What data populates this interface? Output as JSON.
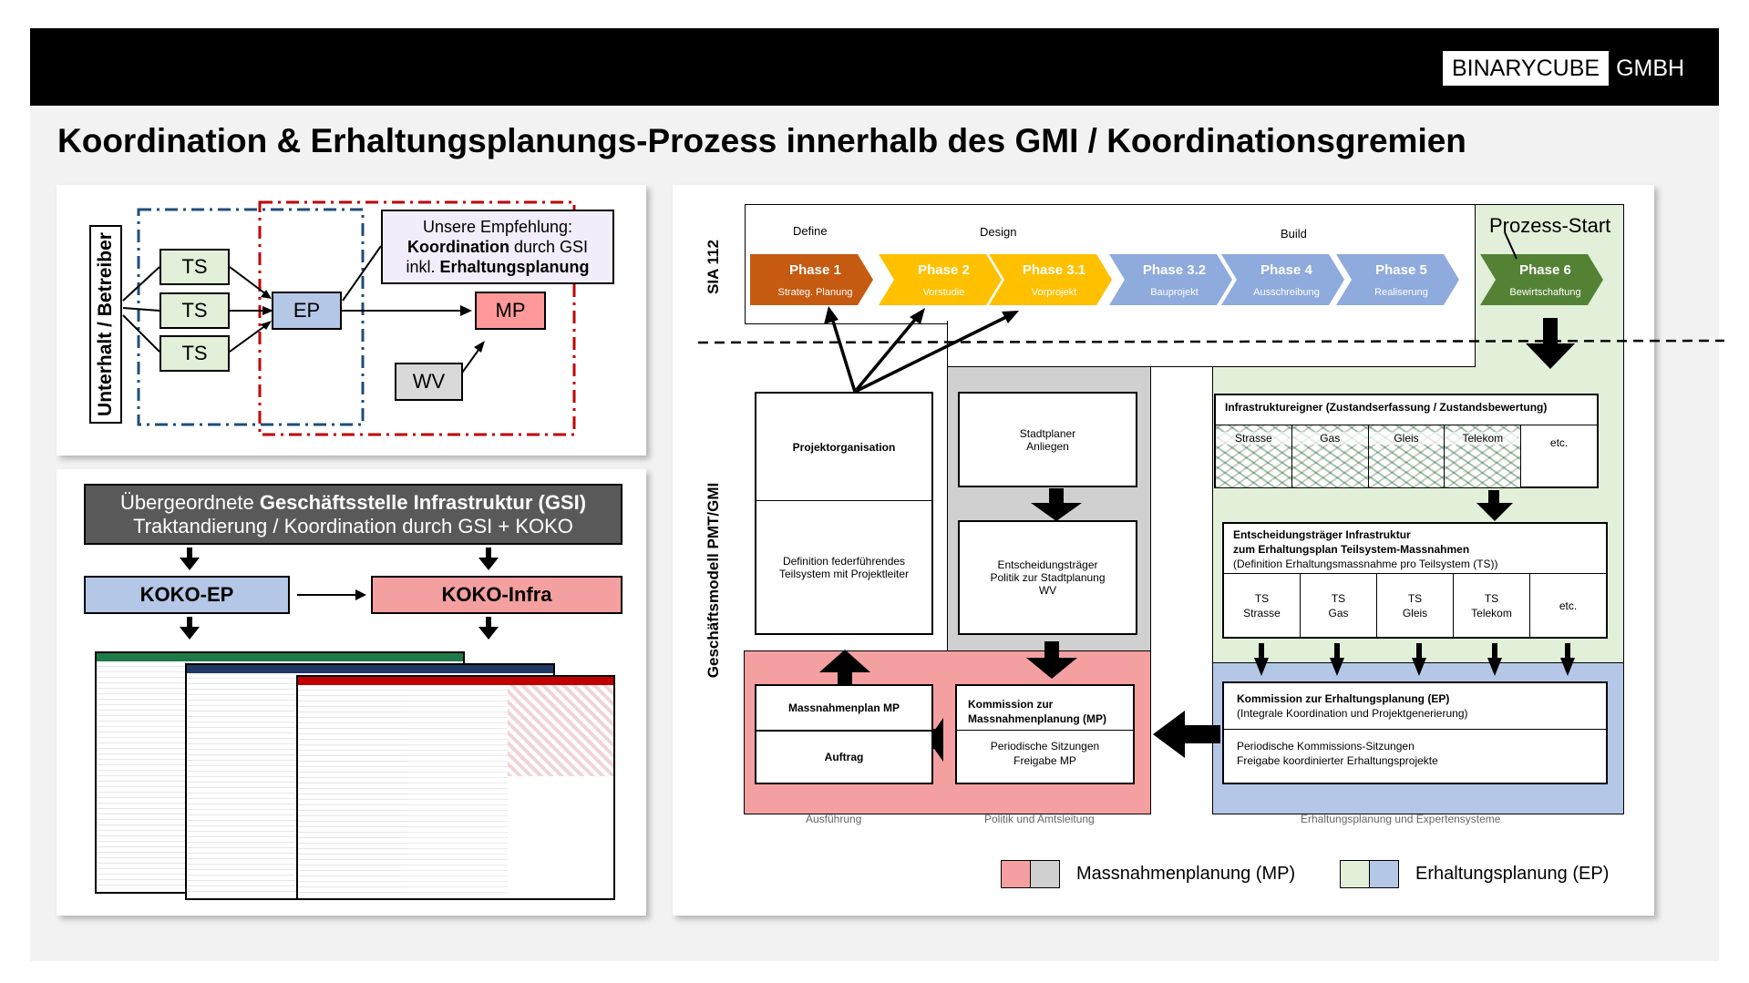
{
  "header": {
    "brand": "BINARYCUBE",
    "brand_suffix": "GMBH"
  },
  "title": "Koordination & Erhaltungsplanungs-Prozess innerhalb des GMI / Koordinationsgremien",
  "panel_top_left": {
    "side_label": "Unterhalt / Betreiber",
    "ts_labels": [
      "TS",
      "TS",
      "TS"
    ],
    "ep": "EP",
    "mp": "MP",
    "wv": "WV",
    "recommendation": {
      "line1": "Unsere Empfehlung:",
      "bold1": "Koordination",
      "mid": " durch GSI",
      "line3_pre": "inkl. ",
      "bold2": "Erhaltungsplanung"
    }
  },
  "panel_bottom_left": {
    "gsi_pre": "Übergeordnete ",
    "gsi_bold": "Geschäftsstelle Infrastruktur (GSI)",
    "gsi_line2": "Traktandierung / Koordination durch GSI + KOKO",
    "koko_ep": "KOKO-EP",
    "koko_infra": "KOKO-Infra"
  },
  "diagram": {
    "sia_label": "SIA 112",
    "gmi_label": "Geschäftsmodell PMT/GMI",
    "stages": {
      "define": "Define",
      "design": "Design",
      "build": "Build"
    },
    "prozess_start": "Prozess-Start",
    "phases": [
      {
        "name": "Phase 1",
        "sub": "Strateg. Planung",
        "color": "#c55a11"
      },
      {
        "name": "Phase 2",
        "sub": "Vorstudie",
        "color": "#ffc000"
      },
      {
        "name": "Phase 3.1",
        "sub": "Vorprojekt",
        "color": "#ffc000"
      },
      {
        "name": "Phase 3.2",
        "sub": "Bauprojekt",
        "color": "#8faadc"
      },
      {
        "name": "Phase 4",
        "sub": "Ausschreibung",
        "color": "#8faadc"
      },
      {
        "name": "Phase 5",
        "sub": "Realiserung",
        "color": "#8faadc"
      },
      {
        "name": "Phase 6",
        "sub": "Bewirtschaftung",
        "color": "#548235"
      }
    ],
    "projektorganisation": "Projektorganisation",
    "definition": "Definition federführendes Teilsystem mit Projektleiter",
    "stadtplaner": "Stadtplaner Anliegen",
    "entscheidungstraeger_politik": "Entscheidungsträger Politik zur Stadtplanung WV",
    "massnahmenplan": "Massnahmenplan MP",
    "auftrag": "Auftrag",
    "kommission_mp_title": "Kommission zur Massnahmenplanung (MP)",
    "kommission_mp_sub": "Periodische Sitzungen Freigabe MP",
    "infra_eigner": "Infrastruktureigner (Zustandserfassung / Zustandsbewertung)",
    "networks": [
      "Strasse",
      "Gas",
      "Gleis",
      "Telekom",
      "etc."
    ],
    "ent_infra_line1": "Entscheidungsträger Infrastruktur",
    "ent_infra_line2": "zum Erhaltungsplan Teilsystem-Massnahmen",
    "ent_infra_line3": "(Definition Erhaltungsmassnahme pro Teilsystem (TS))",
    "ts_cells": [
      {
        "ts": "TS",
        "name": "Strasse"
      },
      {
        "ts": "TS",
        "name": "Gas"
      },
      {
        "ts": "TS",
        "name": "Gleis"
      },
      {
        "ts": "TS",
        "name": "Telekom"
      },
      {
        "ts": "",
        "name": "etc."
      }
    ],
    "kommission_ep_title": "Kommission zur Erhaltungsplanung (EP)",
    "kommission_ep_sub": "(Integrale Koordination und Projektgenerierung)",
    "kommission_ep_line3": "Periodische Kommissions-Sitzungen",
    "kommission_ep_line4": "Freigabe koordinierter Erhaltungsprojekte",
    "footer_ausfuehrung": "Ausführung",
    "footer_politik": "Politik und Amtsleitung",
    "footer_erhaltung": "Erhaltungsplanung und Expertensysteme"
  },
  "legend": {
    "mp": "Massnahmenplanung (MP)",
    "ep": "Erhaltungsplanung (EP)"
  },
  "colors": {
    "ts_green": "#e2efd9",
    "ep_blue": "#b4c7e7",
    "mp_red": "#f4a0a0",
    "gray": "#d0d0d0",
    "green_zone": "#e2efd9",
    "blue_zone": "#b4c7e7"
  }
}
